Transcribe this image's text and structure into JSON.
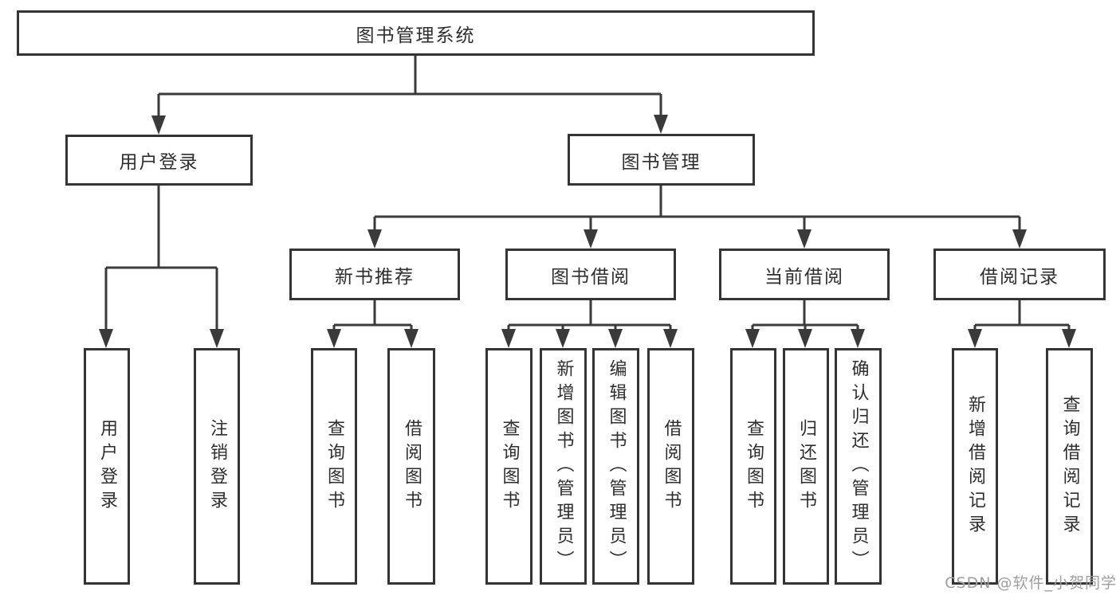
{
  "diagram": {
    "line_color": "#3a3a3a",
    "text_color": "#2e2e2e",
    "nodes": {
      "root": "图书管理系统",
      "user_login": "用户登录",
      "book_management": "图书管理",
      "new_book_recommend": "新书推荐",
      "book_borrowing": "图书借阅",
      "current_borrowing": "当前借阅",
      "borrowing_records": "借阅记录",
      "ul_user_login": "用户登录",
      "ul_logout": "注销登录",
      "nb_query_books": "查询图书",
      "nb_borrow_books": "借阅图书",
      "bb_query_books": "查询图书",
      "bb_add_books": "新增图书（管理员）",
      "bb_edit_books": "编辑图书（管理员）",
      "bb_borrow_books": "借阅图书",
      "cb_query_books": "查询图书",
      "cb_return_books": "归还图书",
      "cb_confirm_return": "确认归还（管理员）",
      "br_add_record": "新增借阅记录",
      "br_query_record": "查询借阅记录"
    },
    "hierarchy": {
      "图书管理系统": {
        "用户登录": [
          "用户登录",
          "注销登录"
        ],
        "图书管理": {
          "新书推荐": [
            "查询图书",
            "借阅图书"
          ],
          "图书借阅": [
            "查询图书",
            "新增图书（管理员）",
            "编辑图书（管理员）",
            "借阅图书"
          ],
          "当前借阅": [
            "查询图书",
            "归还图书",
            "确认归还（管理员）"
          ],
          "借阅记录": [
            "新增借阅记录",
            "查询借阅记录"
          ]
        }
      }
    }
  },
  "watermark": "CSDN @软件_小贺同学"
}
